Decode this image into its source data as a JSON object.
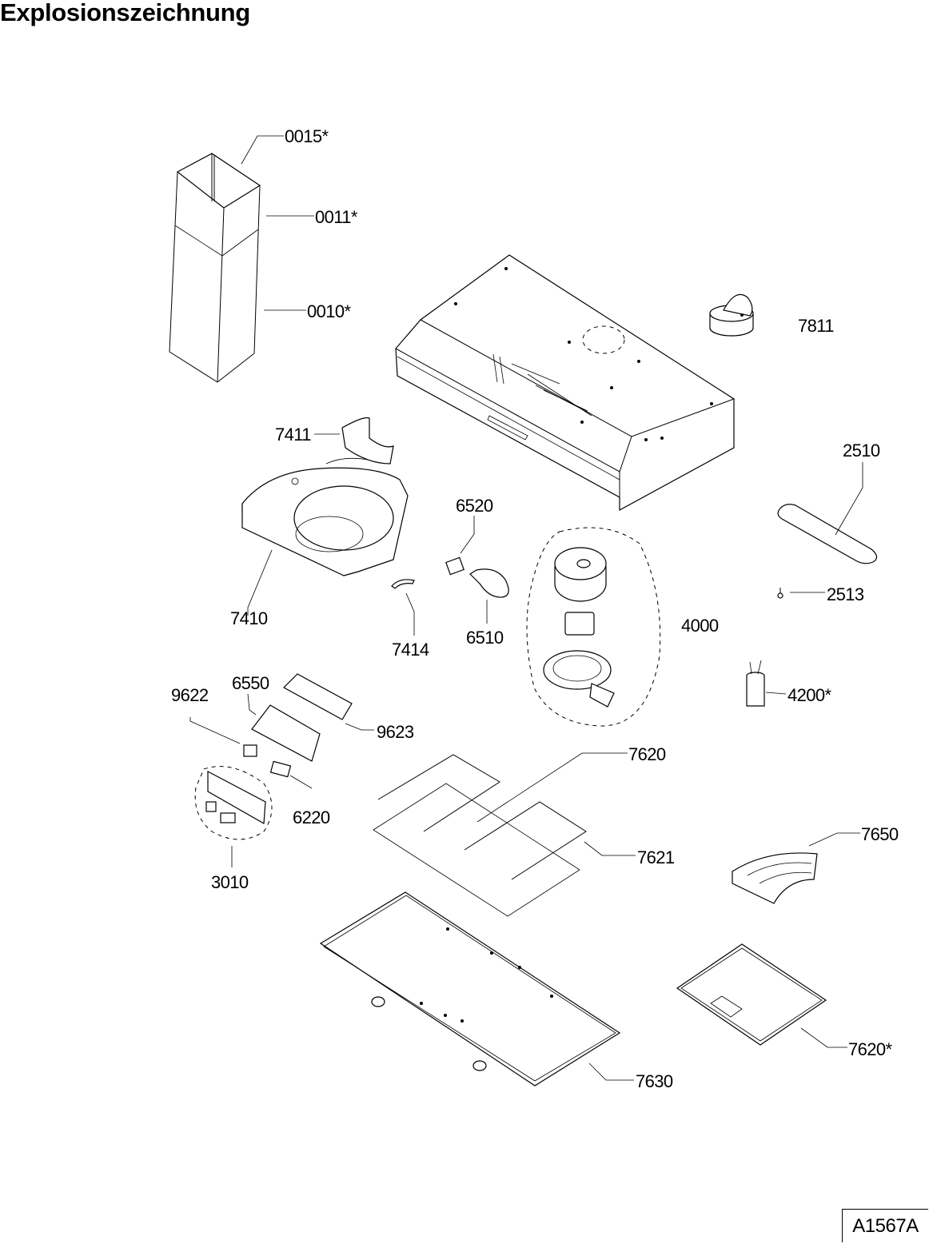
{
  "title": "Explosionszeichnung",
  "drawing_code": "A1567A",
  "parts": [
    {
      "id": "chimney-top",
      "label": "0015*"
    },
    {
      "id": "chimney-upper",
      "label": "0011*"
    },
    {
      "id": "chimney-lower",
      "label": "0010*"
    },
    {
      "id": "hood-body",
      "label": ""
    },
    {
      "id": "back-draft-flap",
      "label": "7811"
    },
    {
      "id": "fan-housing-flap",
      "label": "7411"
    },
    {
      "id": "fan-housing",
      "label": "7410"
    },
    {
      "id": "clip",
      "label": "7414"
    },
    {
      "id": "lamp-holder",
      "label": "6520"
    },
    {
      "id": "lamp",
      "label": "6510"
    },
    {
      "id": "motor-assembly",
      "label": "4000"
    },
    {
      "id": "gasket",
      "label": "2510"
    },
    {
      "id": "screw",
      "label": "2513"
    },
    {
      "id": "capacitor",
      "label": "4200*"
    },
    {
      "id": "switch-6550",
      "label": "6550"
    },
    {
      "id": "pcb-holder",
      "label": "9623"
    },
    {
      "id": "pcb-cover",
      "label": "9622"
    },
    {
      "id": "switch-6220",
      "label": "6220"
    },
    {
      "id": "control-panel",
      "label": "3010"
    },
    {
      "id": "filter-7620",
      "label": "7620"
    },
    {
      "id": "filter-7621",
      "label": "7621"
    },
    {
      "id": "duct-adapter",
      "label": "7650"
    },
    {
      "id": "bottom-frame",
      "label": "7630"
    },
    {
      "id": "grease-filter",
      "label": "7620*"
    }
  ]
}
